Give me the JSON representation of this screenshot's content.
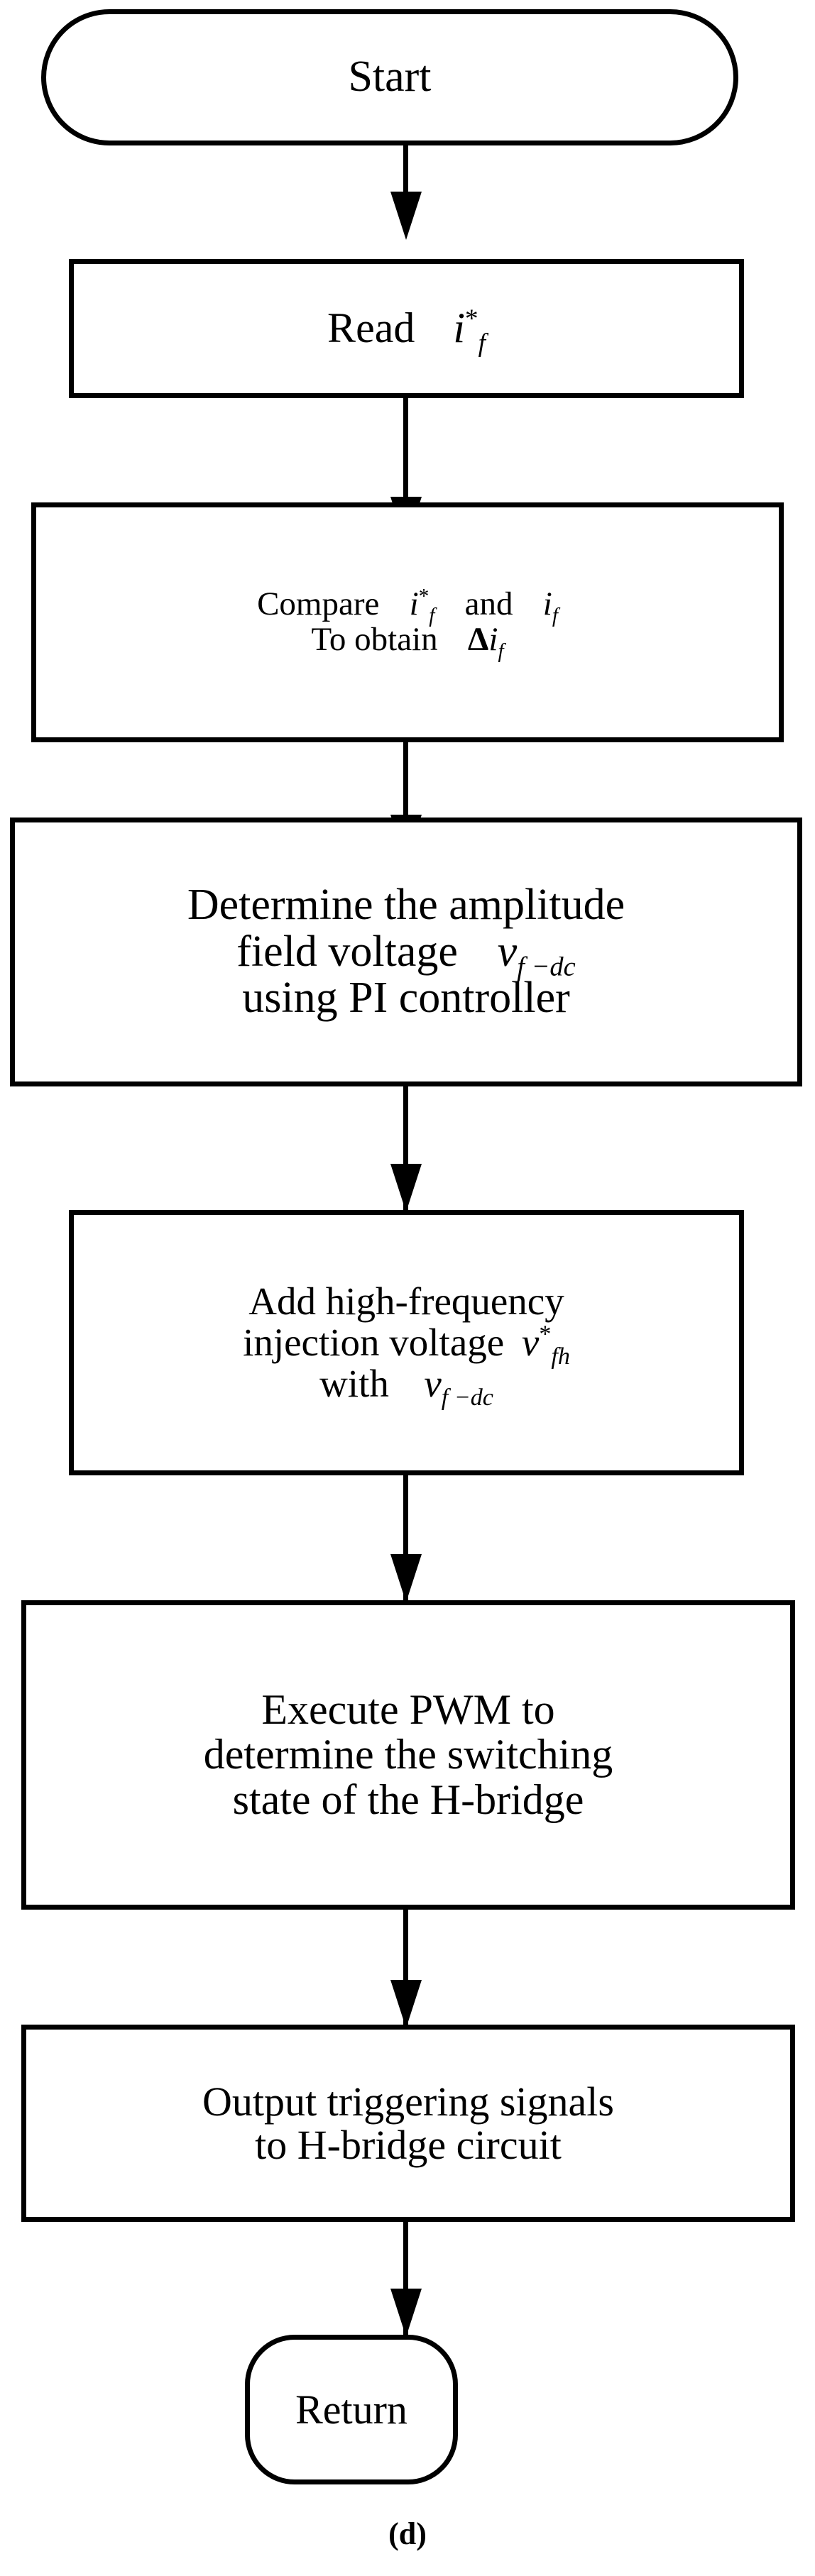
{
  "figure": {
    "caption": "(d)",
    "type": "flowchart",
    "orientation": "vertical",
    "stroke_color": "#000000",
    "fill_color": "#ffffff"
  },
  "nodes": [
    {
      "id": "start",
      "shape": "terminator",
      "name": "start-terminator",
      "lines": [
        {
          "text": "Start"
        }
      ]
    },
    {
      "id": "read",
      "shape": "process",
      "name": "read-field-current-box",
      "lines": [
        {
          "prefix": "Read",
          "var": "i",
          "sup": "*",
          "sub": "f",
          "plain_text": "Read i*_f"
        }
      ]
    },
    {
      "id": "compare",
      "shape": "process",
      "name": "compare-currents-box",
      "lines": [
        {
          "prefix": "Compare",
          "var": "i",
          "sup": "*",
          "sub": "f",
          "middle": "and",
          "var2": "i",
          "sub2": "f",
          "plain_text": "Compare i*_f and i_f"
        },
        {
          "prefix": "To obtain",
          "delta": "Δ",
          "var": "i",
          "sub": "f",
          "plain_text": "To obtain Δi_f"
        }
      ]
    },
    {
      "id": "determine",
      "shape": "process",
      "name": "determine-amplitude-box",
      "lines": [
        {
          "text": "Determine the amplitude"
        },
        {
          "prefix": "field voltage",
          "var": "v",
          "sub": "f −dc",
          "plain_text": "field voltage v_f-dc"
        },
        {
          "text": "using PI controller"
        }
      ]
    },
    {
      "id": "add",
      "shape": "process",
      "name": "add-injection-voltage-box",
      "lines": [
        {
          "text": "Add high-frequency"
        },
        {
          "prefix": "injection voltage",
          "var": "v",
          "sup": "*",
          "sub": "fh",
          "plain_text": "injection voltage v*_fh"
        },
        {
          "prefix": "with",
          "var": "v",
          "sub": "f −dc",
          "plain_text": "with v_f-dc"
        }
      ]
    },
    {
      "id": "execute",
      "shape": "process",
      "name": "execute-pwm-box",
      "lines": [
        {
          "text": "Execute PWM to"
        },
        {
          "text": "determine the switching"
        },
        {
          "text": "state of the H-bridge"
        }
      ]
    },
    {
      "id": "output",
      "shape": "process",
      "name": "output-triggering-signals-box",
      "lines": [
        {
          "text": "Output triggering signals"
        },
        {
          "text": "to H-bridge circuit"
        }
      ]
    },
    {
      "id": "return",
      "shape": "terminator",
      "name": "return-terminator",
      "lines": [
        {
          "text": "Return"
        }
      ]
    }
  ],
  "edges": [
    {
      "from": "start",
      "to": "read",
      "arrow": "down"
    },
    {
      "from": "read",
      "to": "compare",
      "arrow": "down"
    },
    {
      "from": "compare",
      "to": "determine",
      "arrow": "down"
    },
    {
      "from": "determine",
      "to": "add",
      "arrow": "down"
    },
    {
      "from": "add",
      "to": "execute",
      "arrow": "down"
    },
    {
      "from": "execute",
      "to": "output",
      "arrow": "down"
    },
    {
      "from": "output",
      "to": "return",
      "arrow": "down"
    }
  ],
  "labels": {
    "start": "Start",
    "read_prefix": "Read",
    "compare_prefix": "Compare",
    "compare_middle": "and",
    "to_obtain_prefix": "To obtain",
    "determine_line1": "Determine the amplitude",
    "determine_line2_prefix": "field voltage",
    "determine_line3": "using PI controller",
    "add_line1": "Add high-frequency",
    "add_line2_prefix": "injection voltage",
    "add_line3_prefix": "with",
    "execute_line1": "Execute PWM to",
    "execute_line2": "determine the switching",
    "execute_line3": "state of the H-bridge",
    "output_line1": "Output triggering signals",
    "output_line2": "to H-bridge circuit",
    "return": "Return",
    "caption": "(d)",
    "sym_i": "i",
    "sym_v": "v",
    "sym_star": "*",
    "sym_f": "f",
    "sym_fh": "fh",
    "sym_fdc": "f −dc",
    "sym_delta": "Δ"
  }
}
